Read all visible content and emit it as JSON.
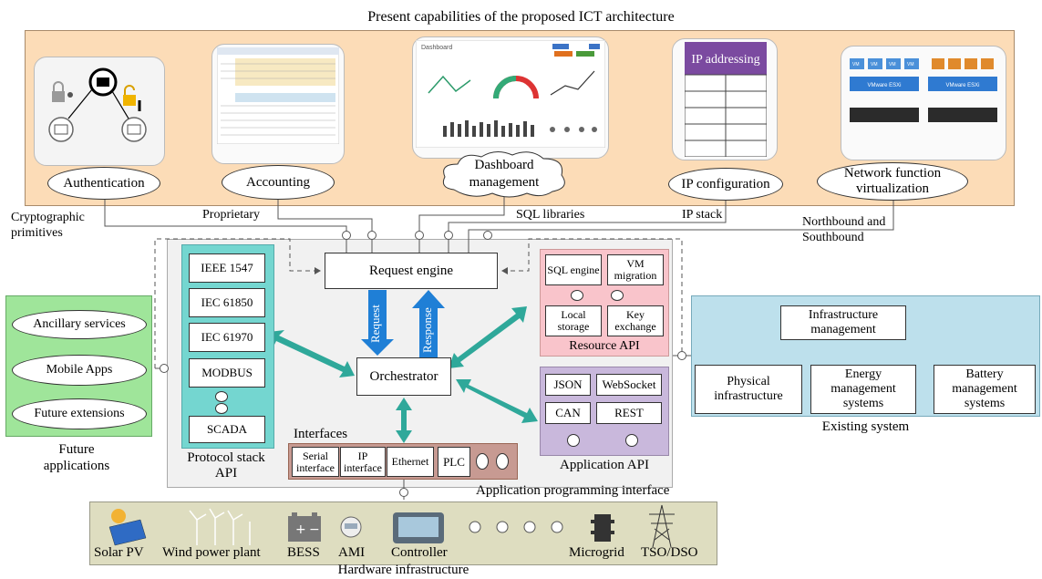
{
  "title": "Present capabilities of the proposed ICT architecture",
  "capabilities": [
    {
      "label": "Authentication"
    },
    {
      "label": "Accounting"
    },
    {
      "label": "Dashboard management"
    },
    {
      "label": "IP configuration"
    },
    {
      "label": "Network function virtualization"
    }
  ],
  "link_labels": {
    "crypto": "Cryptographic primitives",
    "proprietary": "Proprietary",
    "sql": "SQL libraries",
    "ipstack": "IP stack",
    "northsouth": "Northbound and Southbound"
  },
  "thumbnails": {
    "dashboard_title": "Dashboard",
    "ip_addressing": "IP addressing",
    "vmware1": "VMware ESXi",
    "vmware2": "VMware ESXi",
    "vm": "VM"
  },
  "protocol_stack": {
    "items": [
      "IEEE 1547",
      "IEC 61850",
      "IEC 61970",
      "MODBUS",
      "SCADA"
    ],
    "label": "Protocol stack API"
  },
  "request_engine": "Request engine",
  "request_label": "Request",
  "response_label": "Response",
  "orchestrator": "Orchestrator",
  "interfaces": {
    "title": "Interfaces",
    "items": [
      "Serial interface",
      "IP interface",
      "Ethernet",
      "PLC"
    ]
  },
  "resource_api": {
    "items": [
      "SQL engine",
      "VM migration",
      "Local storage",
      "Key exchange"
    ],
    "label": "Resource API"
  },
  "application_api": {
    "items": [
      "JSON",
      "WebSocket",
      "CAN",
      "REST"
    ],
    "label": "Application API"
  },
  "api_label": "Application programming interface",
  "future": {
    "items": [
      "Ancillary services",
      "Mobile Apps",
      "Future extensions"
    ],
    "label": "Future applications"
  },
  "existing": {
    "top": "Infrastructure management",
    "items": [
      "Physical infrastructure",
      "Energy management systems",
      "Battery management systems"
    ],
    "label": "Existing system"
  },
  "hardware": {
    "items": [
      "Solar PV",
      "Wind power plant",
      "BESS",
      "AMI",
      "Controller",
      "Microgrid",
      "TSO/DSO"
    ],
    "label": "Hardware infrastructure"
  },
  "colors": {
    "top_panel": "#fcdcb7",
    "future_panel": "#9fe59a",
    "existing_panel": "#bde0ec",
    "protocol_panel": "#74d6d0",
    "resource_panel": "#f9c4cb",
    "application_panel": "#c9b8dc",
    "interfaces_panel": "#c79a92",
    "hardware_panel": "#deddc0",
    "arrow_teal": "#2fa89a",
    "arrow_blue": "#1f7fd6"
  }
}
